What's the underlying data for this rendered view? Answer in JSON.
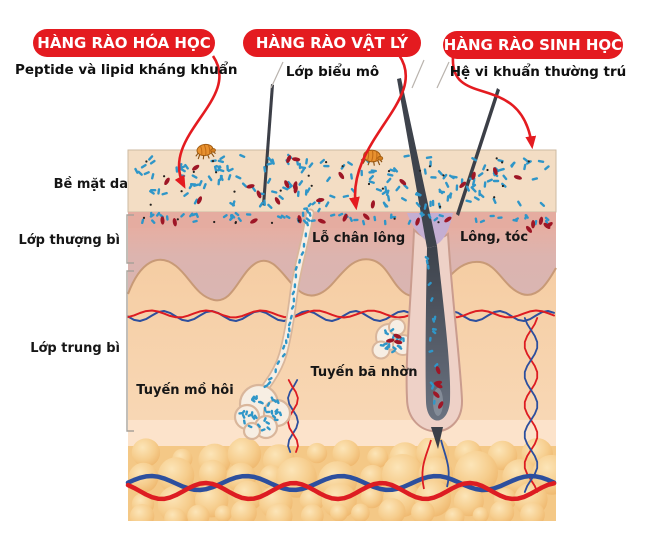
{
  "barriers": [
    {
      "title": "HÀNG RÀO HÓA HỌC",
      "subtitle": "Peptide và lipid kháng khuẩn"
    },
    {
      "title": "HÀNG RÀO VẬT LÝ",
      "subtitle": "Lớp biểu mô"
    },
    {
      "title": "HÀNG RÀO SINH HỌC",
      "subtitle": "Hệ vi khuẩn thường trú"
    }
  ],
  "layer_labels": {
    "surface": "Bề mặt da",
    "epidermis": "Lớp thượng bì",
    "dermis": "Lớp trung bì"
  },
  "structure_labels": {
    "pore": "Lỗ chân lông",
    "hair": "Lông, tóc",
    "sweat_gland": "Tuyến mồ hôi",
    "sebaceous_gland": "Tuyến bã nhờn"
  },
  "icons": {
    "mite": "orange tick-like skin mite",
    "bacteria_rod": "blue rod bacterium",
    "bacteria_oval": "dark-red oval bacterium",
    "arrow": "red curved pointer arrow"
  },
  "colors": {
    "accent_red": "#e41b20",
    "bacteria_blue": "#2f96c8",
    "bacteria_dark_red": "#9e1626",
    "vessel_red": "#dd1c22",
    "vessel_blue": "#2d4f9e",
    "skin_surface": "#f3ddc4",
    "epidermis_mauve": "#dab6b2",
    "dermis_peach": "#f7d2ab",
    "fat_yellow": "#f4c886",
    "mite_orange": "#e8912f"
  }
}
